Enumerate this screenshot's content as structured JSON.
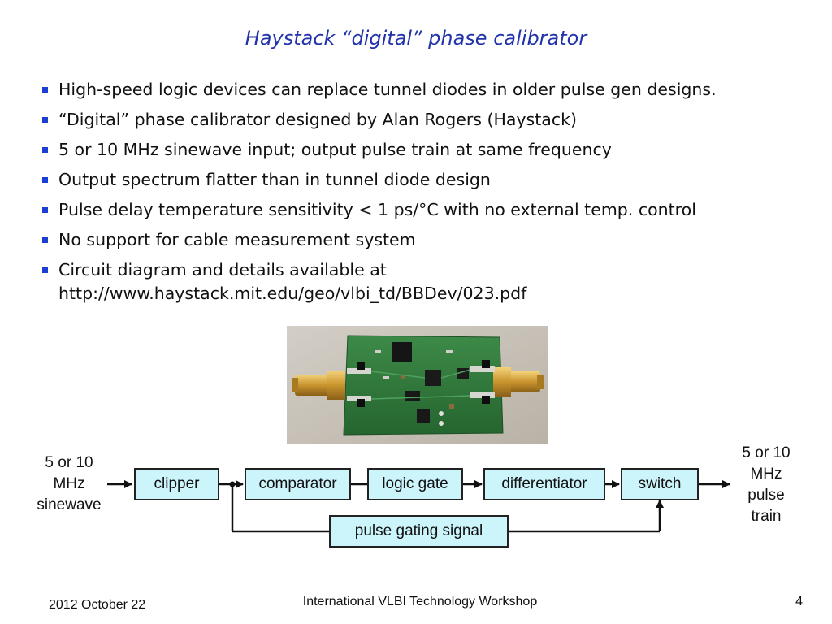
{
  "title": "Haystack “digital” phase calibrator",
  "bullets": [
    "High-speed logic devices can replace tunnel diodes in older pulse gen designs.",
    "“Digital” phase calibrator designed by Alan Rogers (Haystack)",
    "5 or 10 MHz sinewave input; output pulse train at same frequency",
    "Output spectrum flatter than in tunnel diode design",
    "Pulse delay temperature sensitivity < 1 ps/°C with no external temp. control",
    "No support for cable measurement system",
    "Circuit diagram and details available at http://www.haystack.mit.edu/geo/vlbi_td/BBDev/023.pdf"
  ],
  "diagram": {
    "input_label_lines": [
      "5 or 10",
      "MHz",
      "sinewave"
    ],
    "output_label_lines": [
      "5 or 10",
      "MHz",
      "pulse",
      "train"
    ],
    "blocks": {
      "clipper": "clipper",
      "comparator": "comparator",
      "logic_gate": "logic gate",
      "differentiator": "differentiator",
      "switch": "switch",
      "pulse_gating": "pulse gating signal"
    }
  },
  "colors": {
    "title": "#2233aa",
    "bullet": "#1a3fd6",
    "block_fill": "#ccf4fb",
    "pcb_green": "#2f7a3a",
    "background_wall": "#c9c3b8"
  },
  "footer": {
    "date": "2012 October 22",
    "event": "International VLBI Technology Workshop",
    "page": "4"
  }
}
